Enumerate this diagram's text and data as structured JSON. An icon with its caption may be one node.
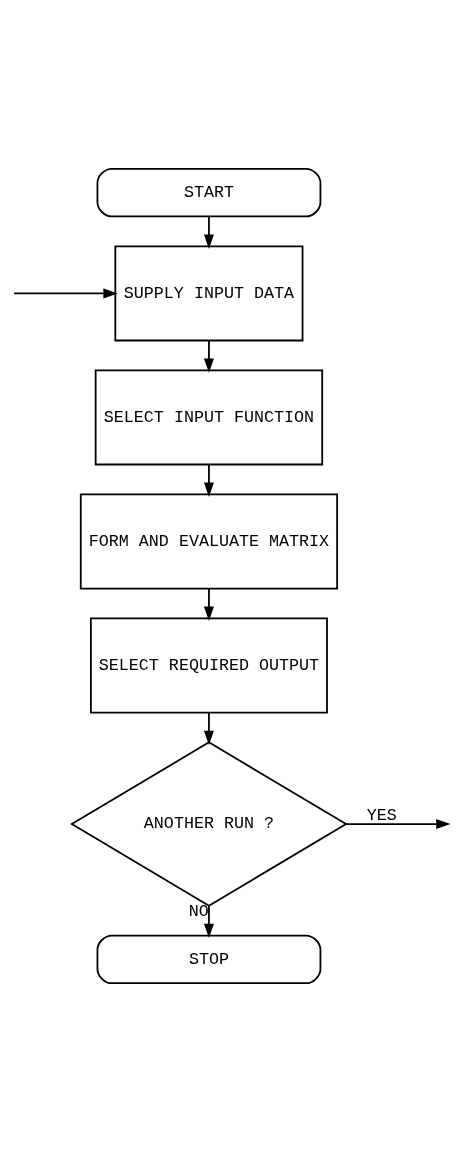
{
  "diagram": {
    "nodes": [
      {
        "text": [
          "START"
        ]
      },
      {
        "text": [
          "SUPPLY INPUT DATA"
        ]
      },
      {
        "text": [
          "SELECT INPUT FUNCTION"
        ]
      },
      {
        "text": [
          "FORM AND EVALUATE MATRIX"
        ]
      },
      {
        "text": [
          "SELECT REQUIRED OUTPUT"
        ]
      },
      {
        "text": [
          "ANOTHER RUN ?"
        ]
      },
      {
        "text": [
          "STOP"
        ]
      }
    ],
    "edges": [
      {
        "from": 0,
        "to": 1,
        "arrow": "to"
      },
      {
        "from": null,
        "to": 1,
        "arrow": "to"
      },
      {
        "from": 1,
        "to": 2,
        "arrow": "to"
      },
      {
        "from": 2,
        "to": 3,
        "arrow": "to"
      },
      {
        "from": 3,
        "to": 4,
        "arrow": "to"
      },
      {
        "from": 4,
        "to": 5,
        "arrow": "to"
      },
      {
        "from": 5,
        "to": null,
        "arrow": "to",
        "label": "YES"
      },
      {
        "from": 5,
        "to": 6,
        "arrow": "to",
        "label": "NO"
      }
    ]
  }
}
